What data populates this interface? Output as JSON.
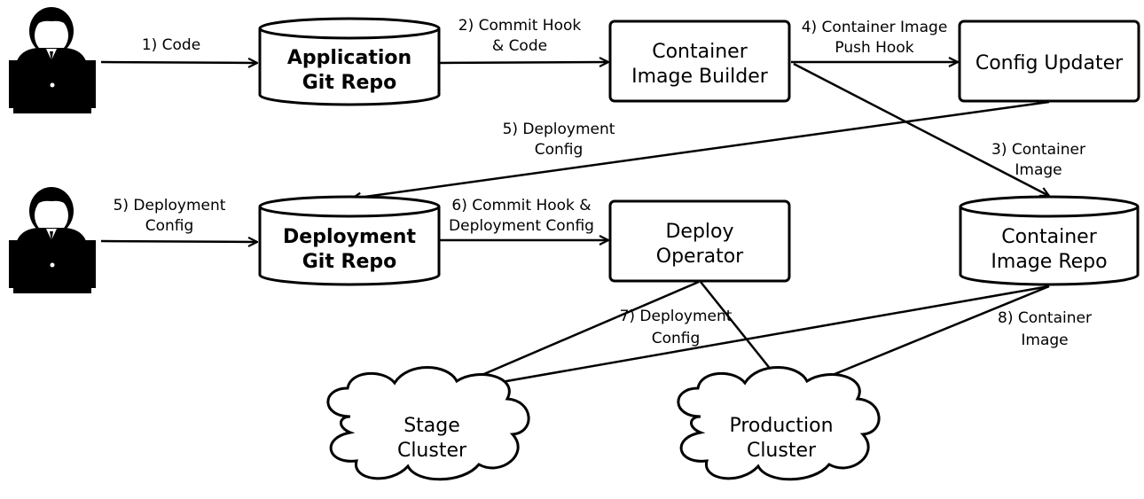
{
  "actors": {
    "developer": {
      "icon": "developer-laptop-icon"
    },
    "operator": {
      "icon": "operator-laptop-icon"
    }
  },
  "nodes": {
    "app_git_repo": [
      "Application",
      "Git Repo"
    ],
    "image_builder": [
      "Container",
      "Image Builder"
    ],
    "config_updater": [
      "Config Updater"
    ],
    "deploy_git_repo": [
      "Deployment",
      "Git Repo"
    ],
    "deploy_operator": [
      "Deploy",
      "Operator"
    ],
    "image_repo": [
      "Container",
      "Image Repo"
    ],
    "stage_cluster": [
      "Stage",
      "Cluster"
    ],
    "production_cluster": [
      "Production",
      "Cluster"
    ]
  },
  "edges": {
    "e1": [
      "1) Code"
    ],
    "e2": [
      "2) Commit Hook",
      "& Code"
    ],
    "e3": [
      "3) Container",
      "Image"
    ],
    "e4": [
      "4) Container Image",
      "Push Hook"
    ],
    "e5a": [
      "5) Deployment",
      "Config"
    ],
    "e5b": [
      "5) Deployment",
      "Config"
    ],
    "e6": [
      "6) Commit Hook &",
      "Deployment Config"
    ],
    "e7": [
      "7) Deployment",
      "Config"
    ],
    "e8": [
      "8) Container",
      "Image"
    ]
  },
  "colors": {
    "stroke": "#000000",
    "fill": "#ffffff"
  }
}
